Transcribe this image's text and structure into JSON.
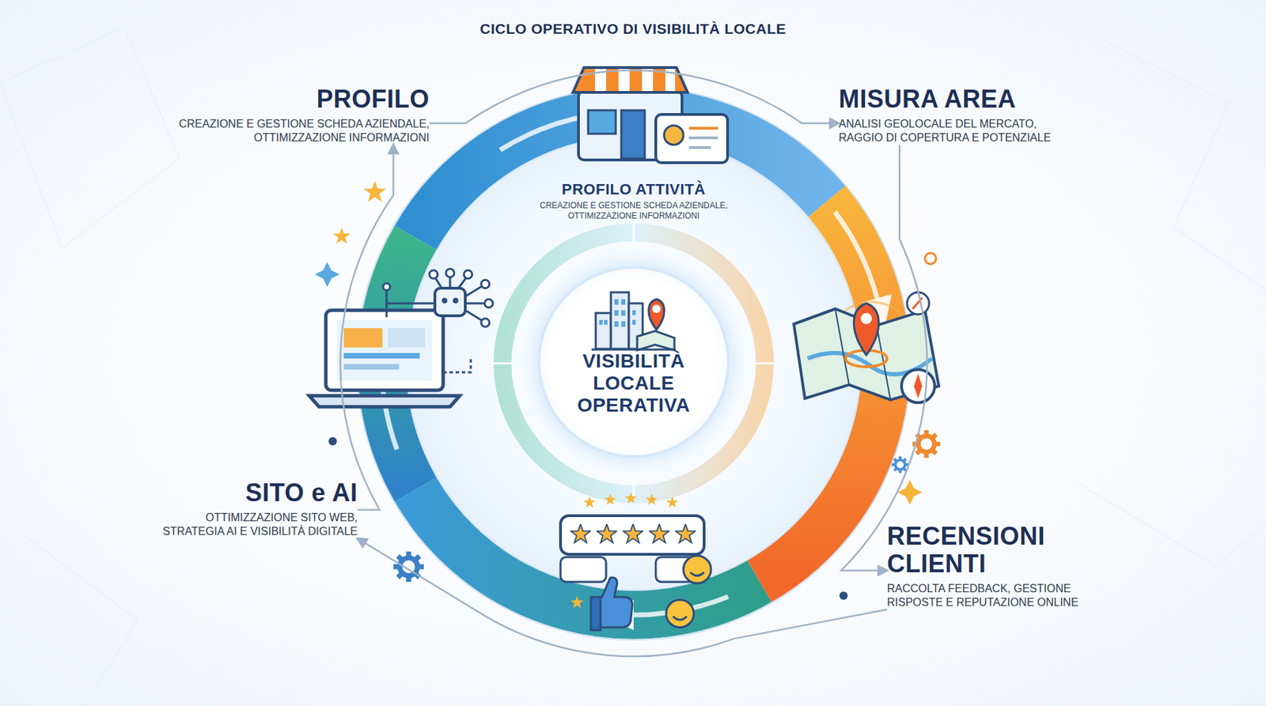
{
  "diagram": {
    "title": "CICLO OPERATIVO DI VISIBILITÀ LOCALE",
    "nodes": [
      {
        "text": [
          "PROFILO",
          "CREAZIONE E GESTIONE SCHEDA AZIENDALE, OTTIMIZZAZIONE INFORMAZIONI"
        ]
      },
      {
        "text": [
          "MISURA AREA",
          "ANALISI GEOLOCALE DEL MERCATO, RAGGIO DI COPERTURA E POTENZIALE"
        ]
      },
      {
        "text": [
          "PROFILO ATTIVITÀ",
          "CREAZIONE E GESTIONE SCHEDA AZIENDALE, OTTIMIZZAZIONE INFORMAZIONI"
        ]
      },
      {
        "text": [
          "VISIBILITÀ LOCALE OPERATIVA"
        ]
      },
      {
        "text": [
          "SITO e AI",
          "OTTIMIZZAZIONE SITO WEB, STRATEGIA AI E VISIBILITÀ DIGITALE"
        ]
      },
      {
        "text": [
          "RECENSIONI CLIENTI",
          "RACCOLTA FEEDBACK, GESTIONE RISPOSTE E REPUTAZIONE ONLINE"
        ]
      }
    ],
    "edges": [
      {
        "from": 0,
        "to": 1,
        "arrow": "to"
      },
      {
        "from": 1,
        "to": 5,
        "arrow": "to"
      },
      {
        "from": 5,
        "to": 4,
        "arrow": "to"
      },
      {
        "from": 4,
        "to": 0,
        "arrow": "to"
      }
    ]
  }
}
